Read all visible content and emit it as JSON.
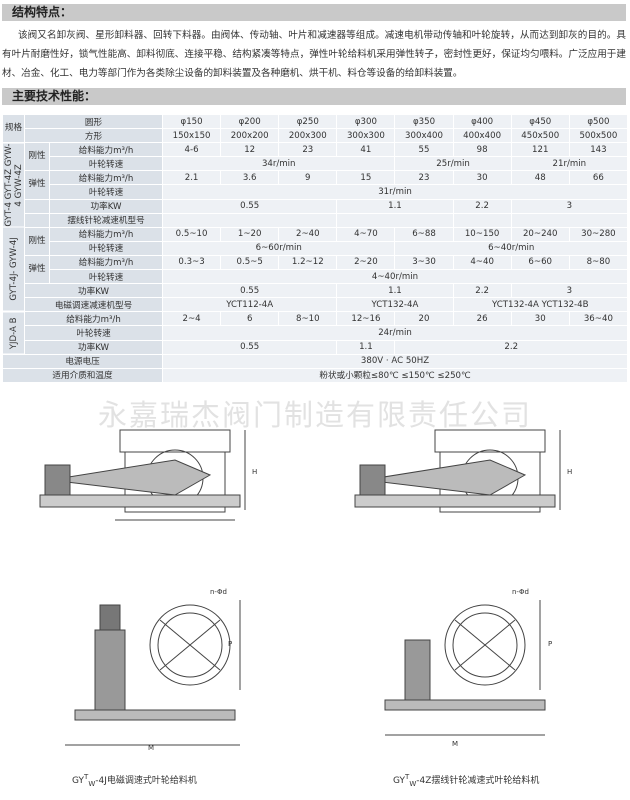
{
  "section1": {
    "title": "结构特点：",
    "text": "该阀又名卸灰阀、星形卸料器、回转下料器。由阀体、传动轴、叶片和减速器等组成。减速电机带动传轴和叶轮旋转，从而达到卸灰的目的。具有叶片耐磨性好，锁气性能高、卸料彻底、连接平稳、结构紧凑等特点，弹性叶轮给料机采用弹性转子，密封性更好，保证均匀喂料。广泛应用于建材、冶金、化工、电力等部门作为各类除尘设备的卸料装置及各种磨机、烘干机、料仓等设备的给卸料装置。"
  },
  "section2": {
    "title": "主要技术性能："
  },
  "table": {
    "spec": "规格",
    "round": "圆形",
    "square": "方形",
    "round_vals": [
      "φ150",
      "φ200",
      "φ250",
      "φ300",
      "φ350",
      "φ400",
      "φ450",
      "φ500"
    ],
    "square_vals": [
      "150x150",
      "200x200",
      "200x300",
      "300x300",
      "300x400",
      "400x400",
      "450x500",
      "500x500"
    ],
    "g1": "GYT-4 GYT-4Z GYW-4 GYW-4Z",
    "g2": "GYT-4J- GYW-4J",
    "g3": "YJD-A B",
    "rigid": "刚性",
    "elastic": "弹性",
    "feed": "给料能力m³/h",
    "speed": "叶轮转速",
    "power": "功率KW",
    "cyclo": "摆线针轮减速机型号",
    "emag": "电磁调速减速机型号",
    "g1_rigid_feed": [
      "4-6",
      "12",
      "23",
      "41",
      "55",
      "98",
      "121",
      "143"
    ],
    "g1_rigid_speed": [
      "34r/min",
      "25r/min",
      "21r/min"
    ],
    "g1_elastic_feed": [
      "2.1",
      "3.6",
      "9",
      "15",
      "23",
      "30",
      "48",
      "66"
    ],
    "g1_elastic_speed": "31r/min",
    "g1_power": [
      "0.55",
      "1.1",
      "2.2",
      "3"
    ],
    "g2_rigid_feed": [
      "0.5~10",
      "1~20",
      "2~40",
      "4~70",
      "6~88",
      "10~150",
      "20~240",
      "30~280"
    ],
    "g2_rigid_speed": [
      "6~60r/min",
      "6~40r/min"
    ],
    "g2_elastic_feed": [
      "0.3~3",
      "0.5~5",
      "1.2~12",
      "2~20",
      "3~30",
      "4~40",
      "6~60",
      "8~80"
    ],
    "g2_elastic_speed": "4~40r/min",
    "g2_power": [
      "0.55",
      "1.1",
      "2.2",
      "3"
    ],
    "g2_model": [
      "YCT112-4A",
      "YCT132-4A",
      "YCT132-4A  YCT132-4B"
    ],
    "g3_feed": [
      "2~4",
      "6",
      "8~10",
      "12~16",
      "20",
      "26",
      "30",
      "36~40"
    ],
    "g3_speed": "24r/min",
    "g3_power": [
      "0.55",
      "1.1",
      "2.2"
    ],
    "voltage_label": "电源电压",
    "voltage": "380V · AC    50HZ",
    "medium_label": "适用介质和温度",
    "medium": "粉状或小颗粒≤80℃  ≤150℃  ≤250℃"
  },
  "watermark": "永嘉瑞杰阀门制造有限责任公司",
  "drawing_labels": {
    "H": "H",
    "M": "M",
    "P": "P",
    "nd": "n-Φd"
  },
  "captions": [
    {
      "pre": "GY",
      "sup": "T",
      "sub": "W",
      "post": "-4J电磁调速式叶轮给料机"
    },
    {
      "pre": "GY",
      "sup": "T",
      "sub": "W",
      "post": "-4Z摆线针轮减速式叶轮给料机"
    }
  ]
}
